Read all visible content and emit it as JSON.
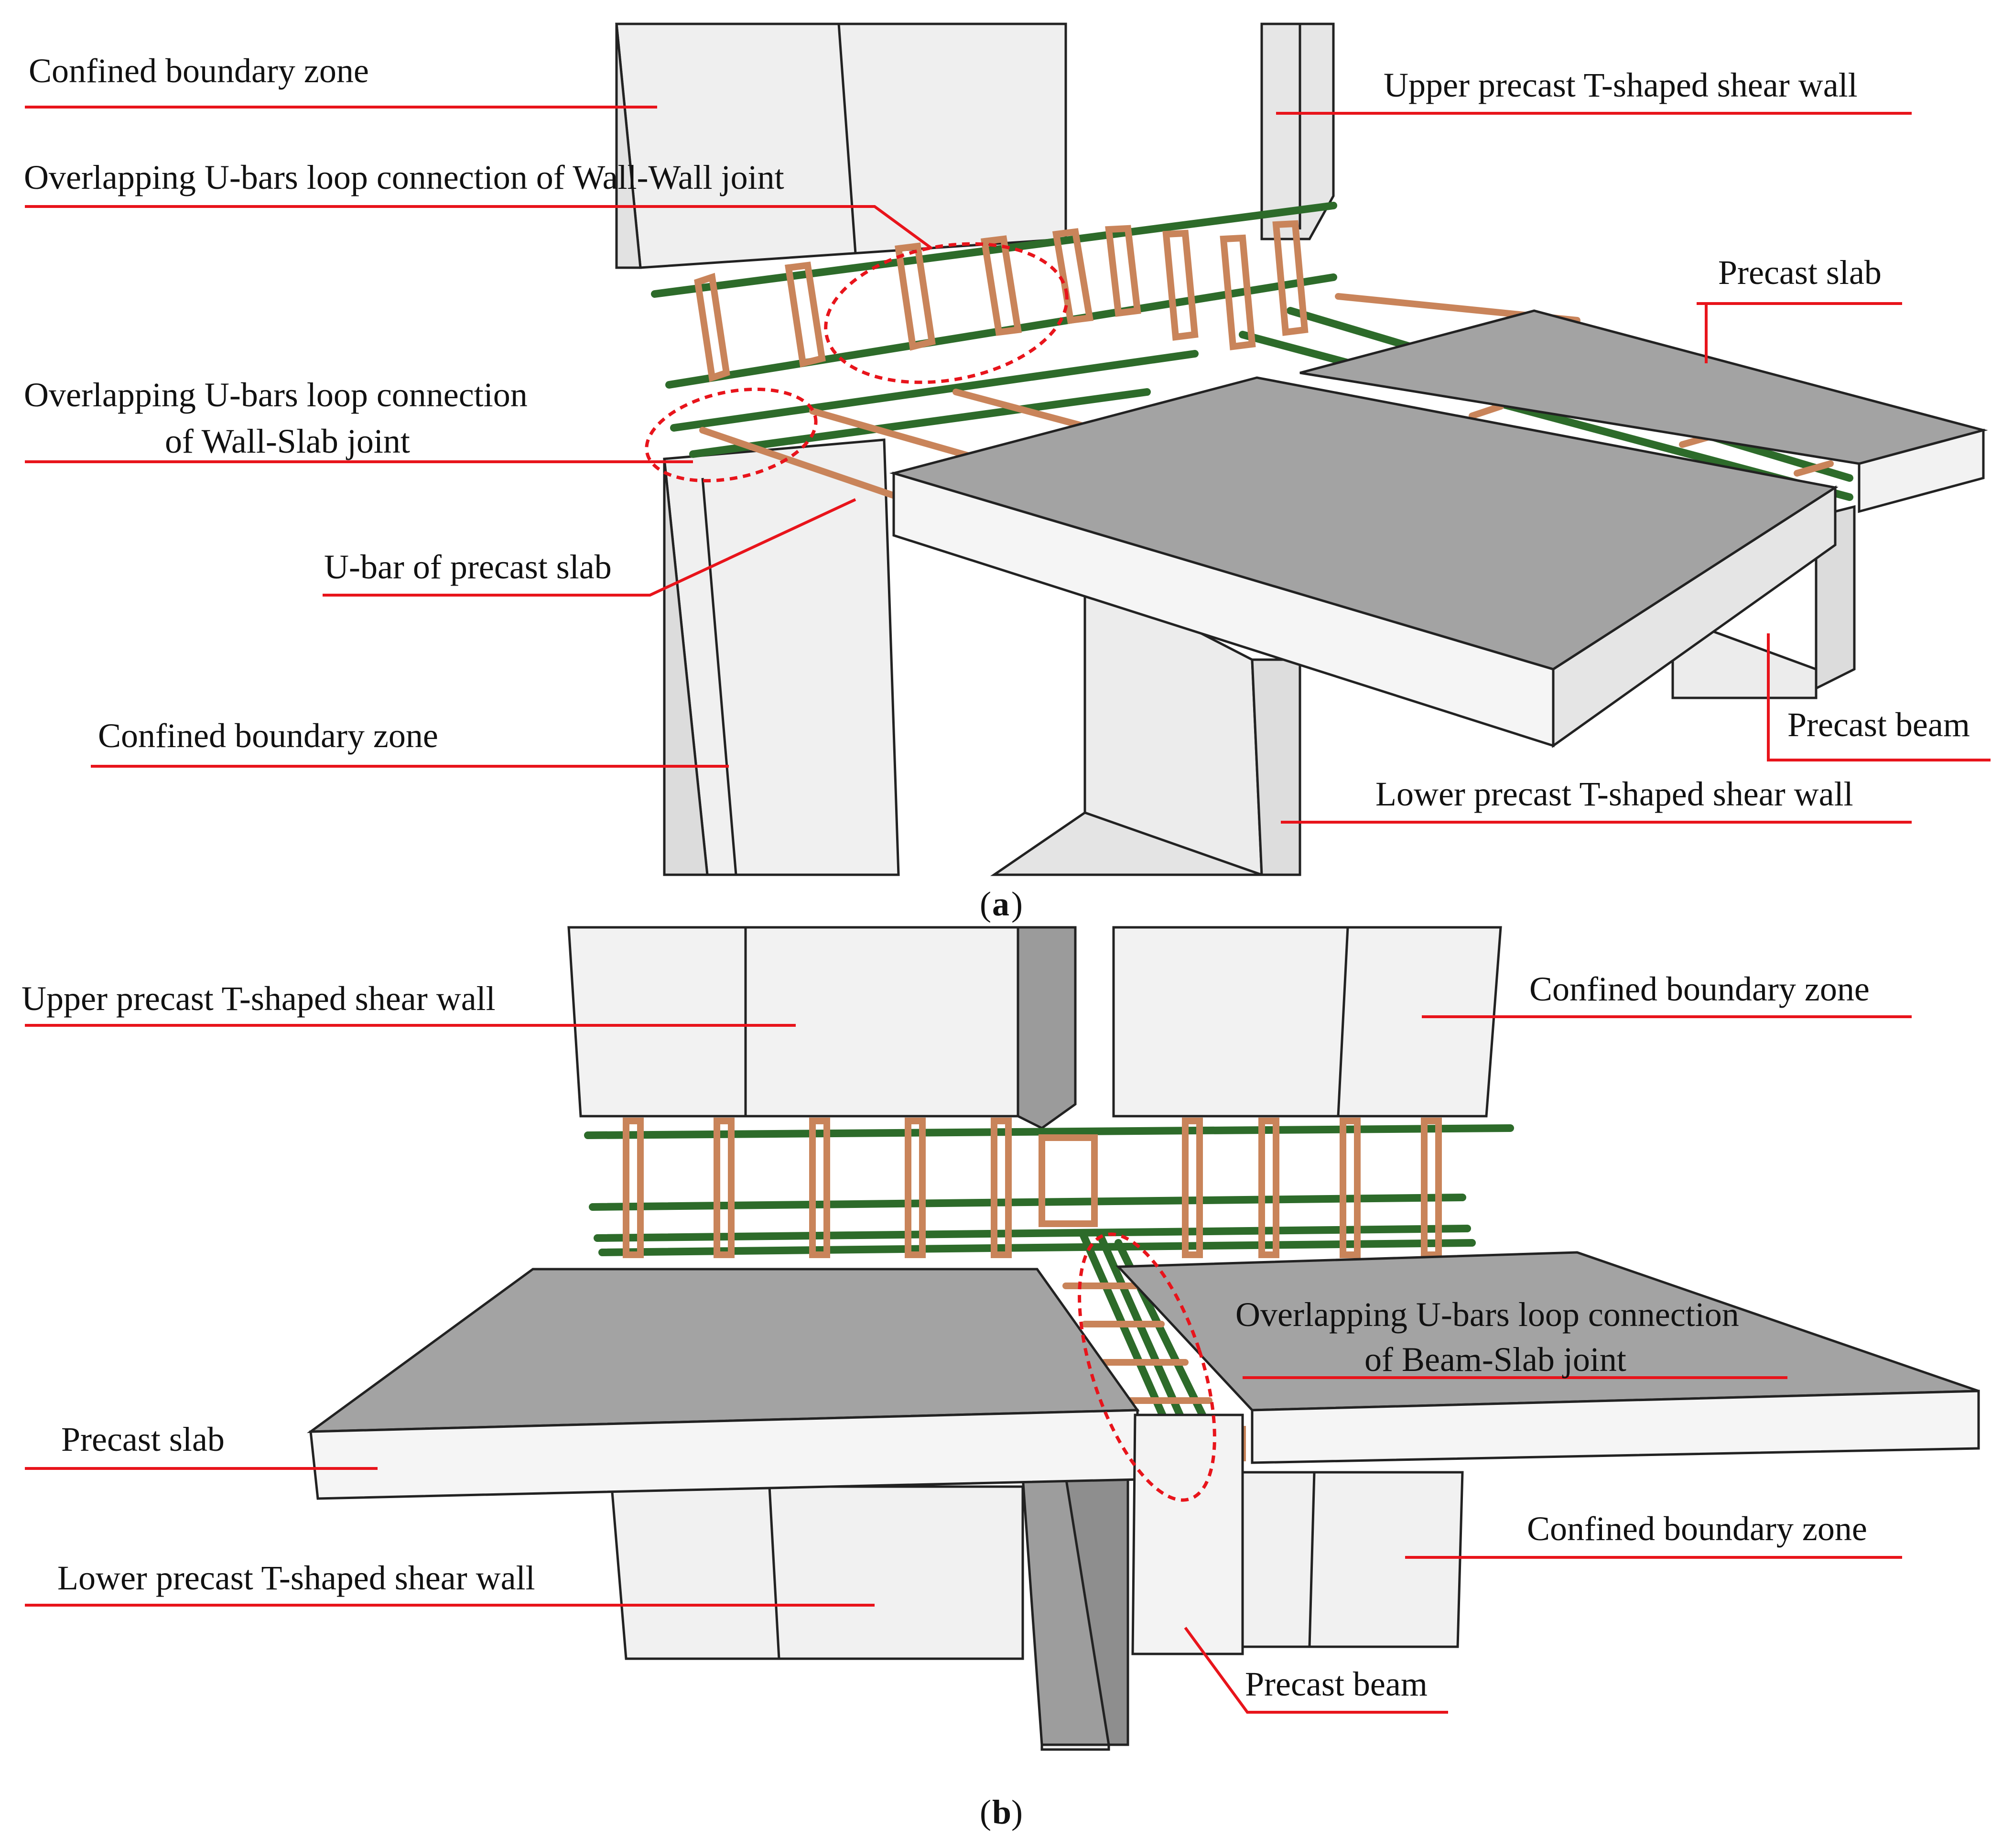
{
  "panel_a": {
    "caption": "a",
    "labels": {
      "confined_top": "Confined boundary zone",
      "upper_wall": "Upper precast T-shaped shear wall",
      "wall_wall_joint": "Overlapping U-bars loop connection of Wall-Wall joint",
      "precast_slab": "Precast slab",
      "wall_slab_line1": "Overlapping U-bars loop connection",
      "wall_slab_line2": "of Wall-Slab joint",
      "ubar_slab": "U-bar of precast slab",
      "confined_bottom": "Confined boundary zone",
      "precast_beam": "Precast beam",
      "lower_wall": "Lower precast T-shaped shear wall"
    }
  },
  "panel_b": {
    "caption": "b",
    "labels": {
      "upper_wall": "Upper precast T-shaped shear wall",
      "confined_top": "Confined boundary zone",
      "beam_slab_line1": "Overlapping U-bars loop connection",
      "beam_slab_line2": "of Beam-Slab joint",
      "precast_slab": "Precast slab",
      "lower_wall": "Lower  precast T-shaped shear wall",
      "confined_bottom": "Confined boundary zone",
      "precast_beam": "Precast beam"
    }
  },
  "colors": {
    "leader": "#e8141b",
    "rebar_long": "#2d6b2a",
    "rebar_u": "#c9845a",
    "slab_top": "#a3a3a3",
    "wall_face": "#f1f1f1",
    "wall_shade": "#dadada",
    "outline": "#222222"
  }
}
